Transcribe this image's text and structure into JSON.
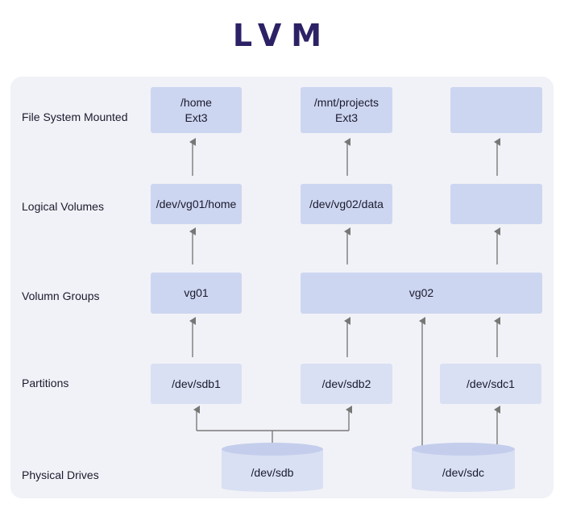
{
  "title": "LVM",
  "rows": {
    "fs": "File System Mounted",
    "lv": "Logical Volumes",
    "vg": "Volumn Groups",
    "part": "Partitions",
    "drives": "Physical Drives"
  },
  "filesystems": [
    {
      "line1": "/home",
      "line2": "Ext3"
    },
    {
      "line1": "/mnt/projects",
      "line2": "Ext3"
    },
    {
      "line1": "",
      "line2": ""
    }
  ],
  "logical_volumes": [
    "/dev/vg01/home",
    "/dev/vg02/data",
    ""
  ],
  "volume_groups": [
    "vg01",
    "vg02"
  ],
  "partitions": [
    "/dev/sdb1",
    "/dev/sdb2",
    "/dev/sdc1"
  ],
  "drives": [
    "/dev/sdb",
    "/dev/sdc"
  ],
  "colors": {
    "title": "#2d2166",
    "panel": "#f1f2f7",
    "box": "#cdd6f0",
    "arrow": "#777777"
  }
}
